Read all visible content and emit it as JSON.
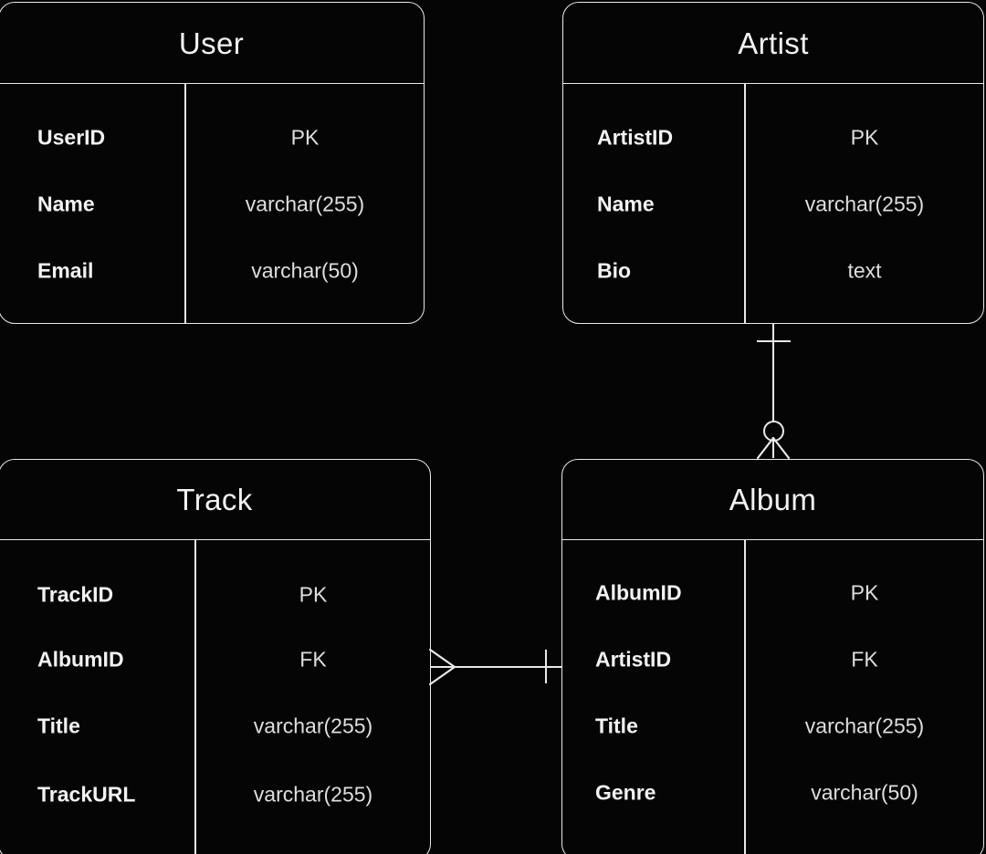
{
  "diagram": {
    "type": "entity-relationship-diagram",
    "notation": "crow's foot",
    "background_color": "#050505",
    "line_color": "#e9e9ea",
    "text_color": "#f2f2f3"
  },
  "entities": [
    {
      "id": "user",
      "name": "User",
      "attributes": [
        {
          "name": "UserID",
          "type": "PK"
        },
        {
          "name": "Name",
          "type": "varchar(255)"
        },
        {
          "name": "Email",
          "type": "varchar(50)"
        }
      ]
    },
    {
      "id": "artist",
      "name": "Artist",
      "attributes": [
        {
          "name": "ArtistID",
          "type": "PK"
        },
        {
          "name": "Name",
          "type": "varchar(255)"
        },
        {
          "name": "Bio",
          "type": "text"
        }
      ]
    },
    {
      "id": "track",
      "name": "Track",
      "attributes": [
        {
          "name": "TrackID",
          "type": "PK"
        },
        {
          "name": "AlbumID",
          "type": "FK"
        },
        {
          "name": "Title",
          "type": "varchar(255)"
        },
        {
          "name": "TrackURL",
          "type": "varchar(255)"
        }
      ]
    },
    {
      "id": "album",
      "name": "Album",
      "attributes": [
        {
          "name": "AlbumID",
          "type": "PK"
        },
        {
          "name": "ArtistID",
          "type": "FK"
        },
        {
          "name": "Title",
          "type": "varchar(255)"
        },
        {
          "name": "Genre",
          "type": "varchar(50)"
        }
      ]
    }
  ],
  "relationships": [
    {
      "id": "artist-album",
      "from": "Artist",
      "to": "Album",
      "from_cardinality": "one",
      "to_cardinality": "zero-or-many",
      "orientation": "vertical"
    },
    {
      "id": "album-track",
      "from": "Album",
      "to": "Track",
      "from_cardinality": "one",
      "to_cardinality": "many",
      "orientation": "horizontal"
    }
  ]
}
